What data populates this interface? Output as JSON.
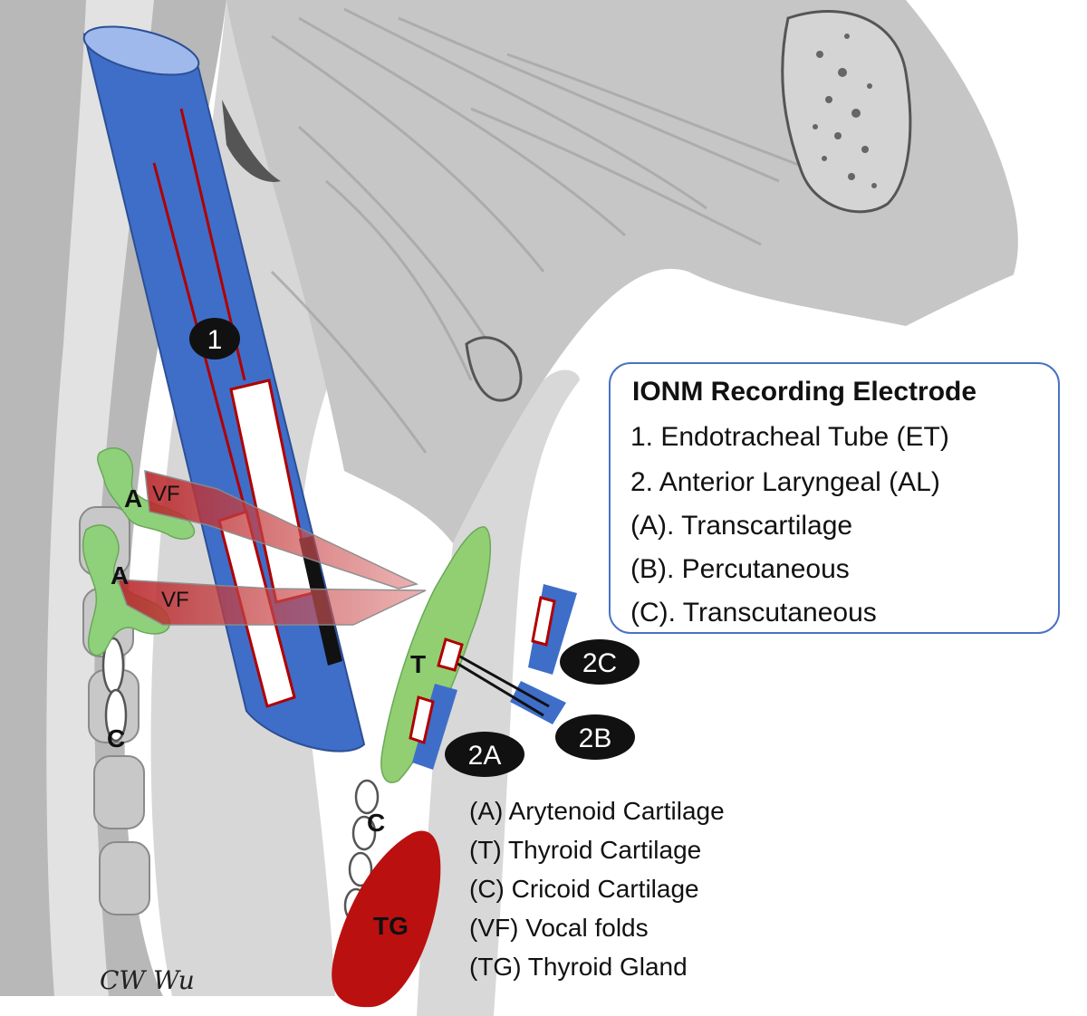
{
  "legend": {
    "title": "IONM Recording Electrode",
    "items": [
      "1.   Endotracheal Tube (ET)",
      "2.   Anterior Laryngeal (AL)",
      "(A). Transcartilage",
      "(B). Percutaneous",
      "(C). Transcutaneous"
    ]
  },
  "abbreviations": [
    "(A) Arytenoid Cartilage",
    "(T) Thyroid Cartilage",
    "(C) Cricoid Cartilage",
    "(VF) Vocal folds",
    "(TG) Thyroid Gland"
  ],
  "labels": {
    "tube_number": "1",
    "electrode_2a": "2A",
    "electrode_2b": "2B",
    "electrode_2c": "2C",
    "arytenoid_upper": "A",
    "arytenoid_lower": "A",
    "vocal_fold_upper": "VF",
    "vocal_fold_lower": "VF",
    "thyroid_cartilage": "T",
    "cricoid_left": "C",
    "cricoid_right": "C",
    "thyroid_gland": "TG"
  },
  "signature": "CW Wu",
  "colors": {
    "tube": "#3f6ec9",
    "tube_top": "#9fb9ec",
    "electrode_wire": "#b00000",
    "vocal_fold": "#b8272b",
    "arytenoid": "#8fd07a",
    "thyroid_cartilage": "#92cf72",
    "electrode_pad": "#3f6ec9",
    "thyroid_gland": "#bb1010",
    "legend_border": "#4a72c4"
  }
}
